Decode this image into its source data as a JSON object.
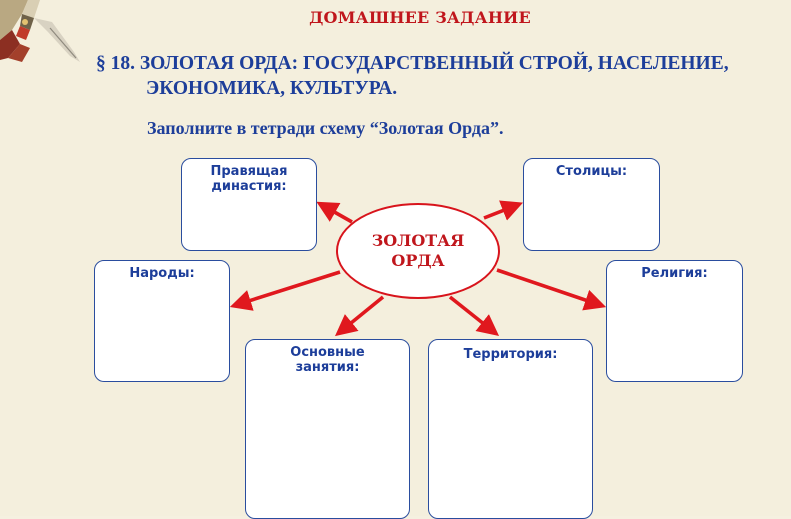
{
  "header": {
    "title": "ДОМАШНЕЕ ЗАДАНИЕ",
    "topic_line1": "§ 18. ЗОЛОТАЯ ОРДА: ГОСУДАРСТВЕННЫЙ СТРОЙ, НАСЕЛЕНИЕ,",
    "topic_line2": "ЭКОНОМИКА, КУЛЬТУРА.",
    "instruction": "Заполните в тетради схему “Золотая Орда”."
  },
  "diagram": {
    "center": {
      "line1": "ЗОЛОТАЯ",
      "line2": "ОРДА"
    },
    "boxes": {
      "dynasty_line1": "Правящая",
      "dynasty_line2": "династия:",
      "capitals": "Столицы:",
      "peoples": "Народы:",
      "religion": "Религия:",
      "occupations_line1": "Основные",
      "occupations_line2": "занятия:",
      "territory": "Территория:"
    },
    "colors": {
      "arrow": "#e0181e",
      "box_border": "#2a4d9e",
      "text_blue": "#1d3e9a",
      "text_red": "#c0161c",
      "background": "#f4efdd"
    }
  },
  "decoration": {
    "corner_icon": "sword-hilt-icon"
  }
}
